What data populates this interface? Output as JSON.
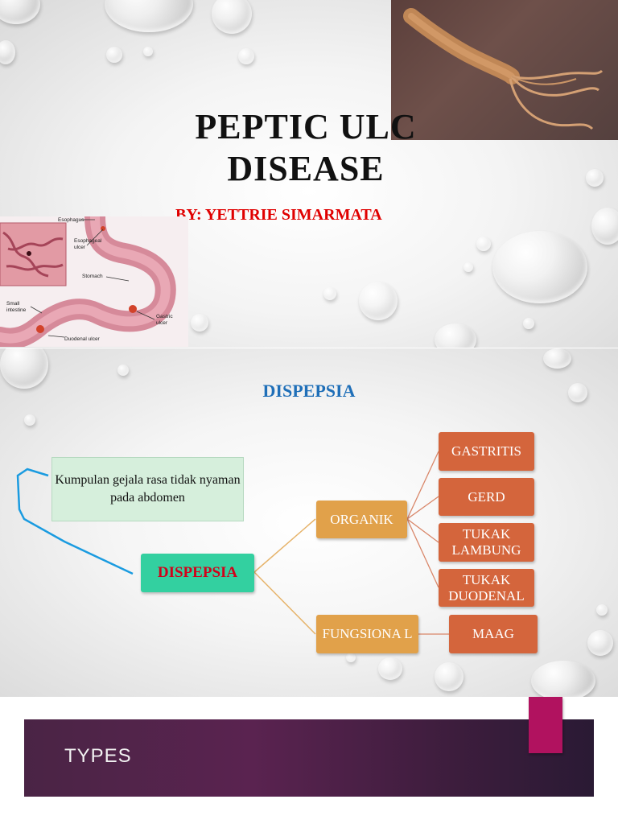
{
  "slide1": {
    "title_line1": "PEPTIC ULC",
    "title_line2": "DISEASE",
    "byline": "BY: YETTRIE SIMARMATA",
    "stomach_diagram": {
      "labels": [
        "Esophagus",
        "Esophageal ulcer",
        "Stomach",
        "Small intestine",
        "Gastric ulcer",
        "Duodenal ulcer"
      ]
    }
  },
  "slide2": {
    "heading": "DISPEPSIA",
    "definition": "Kumpulan gejala rasa tidak nyaman pada abdomen",
    "root": "DISPEPSIA",
    "branches": {
      "organik": "ORGANIK",
      "fungsional": "FUNGSIONA L"
    },
    "organik_items": [
      "GASTRITIS",
      "GERD",
      "TUKAK LAMBUNG",
      "TUKAK DUODENAL"
    ],
    "fungsional_items": [
      "MAAG"
    ]
  },
  "slide3": {
    "title": "TYPES"
  },
  "colors": {
    "heading_blue": "#1f6fb8",
    "byline_red": "#e00000",
    "leaf_orange": "#d4653c",
    "branch_gold": "#e1a14a",
    "root_teal": "#33d0a0",
    "band_purple": "#4a2445",
    "accent_magenta": "#b1125f"
  }
}
